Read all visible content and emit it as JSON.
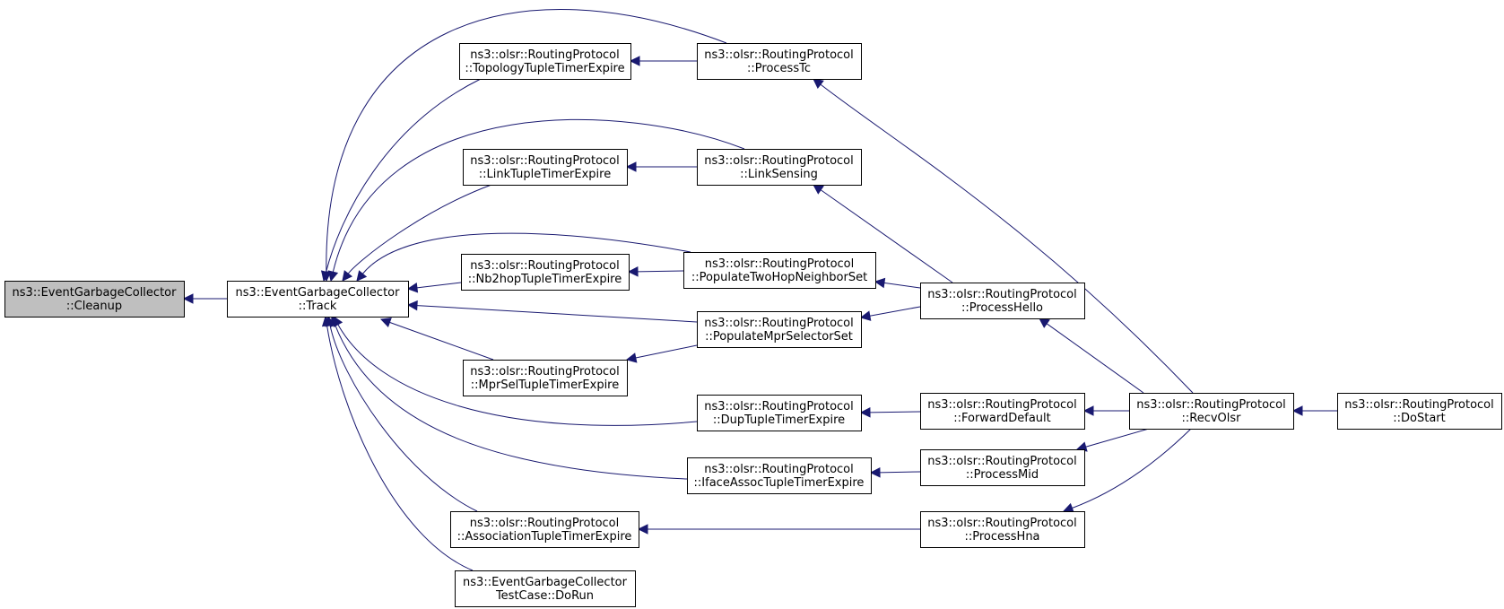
{
  "colors": {
    "edge": "#191970",
    "node_fill": "#ffffff",
    "highlight_fill": "#bfbfbf",
    "border": "#000000"
  },
  "nodes": [
    {
      "id": "cleanup",
      "line1": "ns3::EventGarbageCollector",
      "line2": "::Cleanup",
      "highlight": true
    },
    {
      "id": "track",
      "line1": "ns3::EventGarbageCollector",
      "line2": "::Track"
    },
    {
      "id": "topo_exp",
      "line1": "ns3::olsr::RoutingProtocol",
      "line2": "::TopologyTupleTimerExpire"
    },
    {
      "id": "link_exp",
      "line1": "ns3::olsr::RoutingProtocol",
      "line2": "::LinkTupleTimerExpire"
    },
    {
      "id": "nb2_exp",
      "line1": "ns3::olsr::RoutingProtocol",
      "line2": "::Nb2hopTupleTimerExpire"
    },
    {
      "id": "mpr_exp",
      "line1": "ns3::olsr::RoutingProtocol",
      "line2": "::MprSelTupleTimerExpire"
    },
    {
      "id": "assoc_exp",
      "line1": "ns3::olsr::RoutingProtocol",
      "line2": "::AssociationTupleTimerExpire"
    },
    {
      "id": "testcase",
      "line1": "ns3::EventGarbageCollector",
      "line2": "TestCase::DoRun"
    },
    {
      "id": "proc_tc",
      "line1": "ns3::olsr::RoutingProtocol",
      "line2": "::ProcessTc"
    },
    {
      "id": "link_sens",
      "line1": "ns3::olsr::RoutingProtocol",
      "line2": "::LinkSensing"
    },
    {
      "id": "pop_two",
      "line1": "ns3::olsr::RoutingProtocol",
      "line2": "::PopulateTwoHopNeighborSet"
    },
    {
      "id": "pop_mpr",
      "line1": "ns3::olsr::RoutingProtocol",
      "line2": "::PopulateMprSelectorSet"
    },
    {
      "id": "dup_exp",
      "line1": "ns3::olsr::RoutingProtocol",
      "line2": "::DupTupleTimerExpire"
    },
    {
      "id": "iface_exp",
      "line1": "ns3::olsr::RoutingProtocol",
      "line2": "::IfaceAssocTupleTimerExpire"
    },
    {
      "id": "proc_hello",
      "line1": "ns3::olsr::RoutingProtocol",
      "line2": "::ProcessHello"
    },
    {
      "id": "fwd_def",
      "line1": "ns3::olsr::RoutingProtocol",
      "line2": "::ForwardDefault"
    },
    {
      "id": "proc_mid",
      "line1": "ns3::olsr::RoutingProtocol",
      "line2": "::ProcessMid"
    },
    {
      "id": "proc_hna",
      "line1": "ns3::olsr::RoutingProtocol",
      "line2": "::ProcessHna"
    },
    {
      "id": "recv",
      "line1": "ns3::olsr::RoutingProtocol",
      "line2": "::RecvOlsr"
    },
    {
      "id": "dostart",
      "line1": "ns3::olsr::RoutingProtocol",
      "line2": "::DoStart"
    }
  ],
  "edges": [
    {
      "from": "track",
      "to": "cleanup"
    },
    {
      "from": "topo_exp",
      "to": "track"
    },
    {
      "from": "proc_tc",
      "to": "track"
    },
    {
      "from": "link_exp",
      "to": "track"
    },
    {
      "from": "link_sens",
      "to": "track"
    },
    {
      "from": "pop_two",
      "to": "track"
    },
    {
      "from": "nb2_exp",
      "to": "track"
    },
    {
      "from": "pop_mpr",
      "to": "track"
    },
    {
      "from": "mpr_exp",
      "to": "track"
    },
    {
      "from": "dup_exp",
      "to": "track"
    },
    {
      "from": "iface_exp",
      "to": "track"
    },
    {
      "from": "assoc_exp",
      "to": "track"
    },
    {
      "from": "testcase",
      "to": "track"
    },
    {
      "from": "proc_tc",
      "to": "topo_exp"
    },
    {
      "from": "link_sens",
      "to": "link_exp"
    },
    {
      "from": "pop_two",
      "to": "nb2_exp"
    },
    {
      "from": "pop_mpr",
      "to": "mpr_exp"
    },
    {
      "from": "recv",
      "to": "proc_tc"
    },
    {
      "from": "proc_hello",
      "to": "link_sens"
    },
    {
      "from": "proc_hello",
      "to": "pop_two"
    },
    {
      "from": "proc_hello",
      "to": "pop_mpr"
    },
    {
      "from": "fwd_def",
      "to": "dup_exp"
    },
    {
      "from": "proc_mid",
      "to": "iface_exp"
    },
    {
      "from": "proc_hna",
      "to": "assoc_exp"
    },
    {
      "from": "recv",
      "to": "proc_hello"
    },
    {
      "from": "recv",
      "to": "fwd_def"
    },
    {
      "from": "recv",
      "to": "proc_mid"
    },
    {
      "from": "recv",
      "to": "proc_hna"
    },
    {
      "from": "dostart",
      "to": "recv"
    }
  ]
}
